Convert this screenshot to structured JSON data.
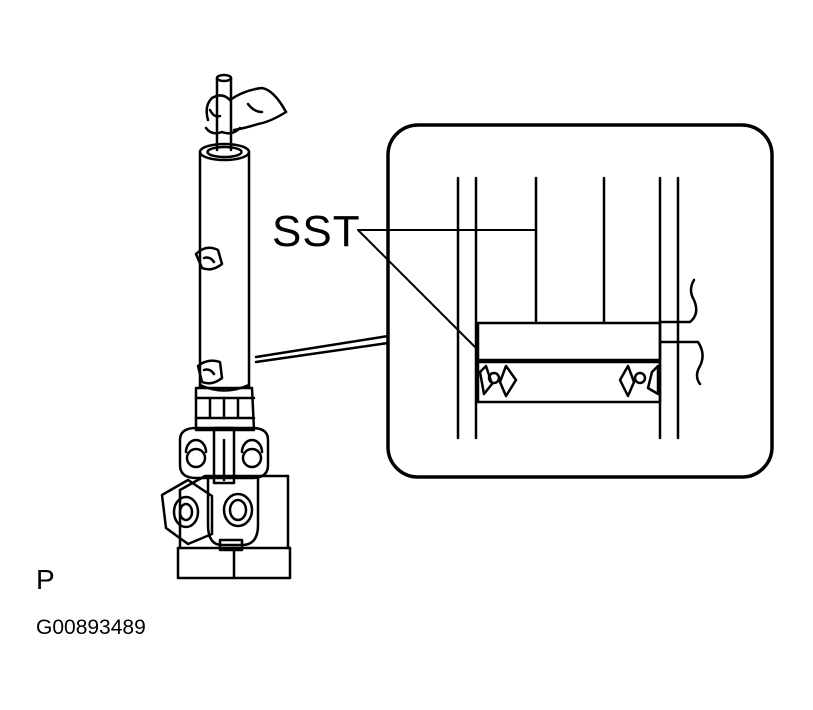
{
  "labels": {
    "callout": "SST",
    "view_code": "P",
    "figure_id": "G00893489"
  },
  "colors": {
    "ink": "#000000",
    "paper": "#ffffff"
  }
}
